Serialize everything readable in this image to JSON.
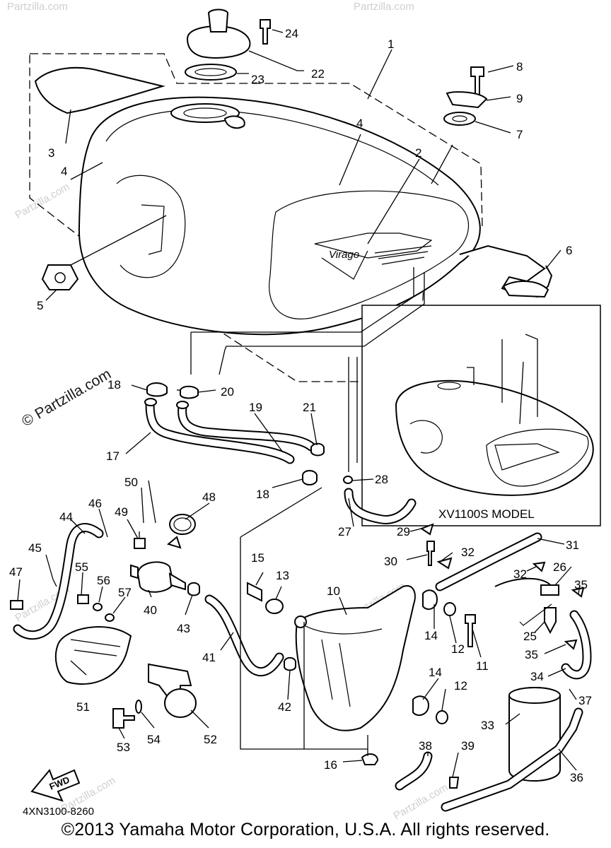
{
  "diagram": {
    "code": "4XN3100-8260",
    "fwd_label": "FWD",
    "model_label": "XV1100S MODEL",
    "tank_logo_text": "Virago",
    "watermark": "Partzilla.com",
    "watermark_main": "© Partzilla.com",
    "copyright": "©2013 Yamaha Motor Corporation, U.S.A. All rights reserved."
  },
  "callouts": [
    "1",
    "2",
    "3",
    "4",
    "5",
    "6",
    "7",
    "8",
    "9",
    "10",
    "11",
    "12",
    "13",
    "14",
    "15",
    "16",
    "17",
    "18",
    "19",
    "20",
    "21",
    "22",
    "23",
    "24",
    "25",
    "26",
    "27",
    "28",
    "29",
    "30",
    "31",
    "32",
    "33",
    "34",
    "35",
    "36",
    "37",
    "38",
    "39",
    "40",
    "41",
    "42",
    "43",
    "44",
    "45",
    "46",
    "47",
    "48",
    "49",
    "50",
    "51",
    "52",
    "53",
    "54",
    "55",
    "56",
    "57"
  ]
}
